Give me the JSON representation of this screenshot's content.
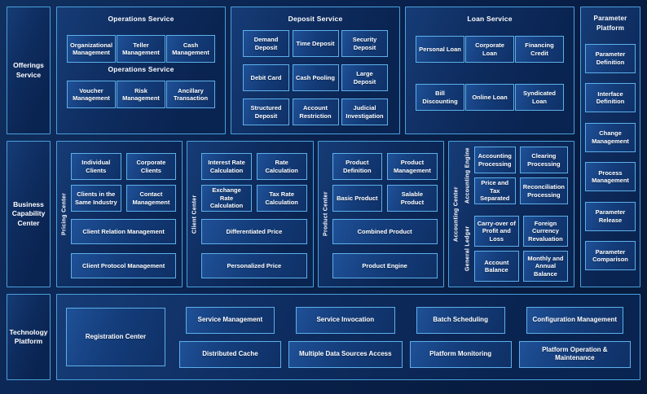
{
  "colors": {
    "background": "#081f46",
    "panel_border": "#4aa0dd",
    "box_border": "#5db0ea",
    "text": "#ffffff"
  },
  "offerings": {
    "label": "Offerings Service",
    "operations": {
      "title": "Operations Service",
      "subtitle": "Operations Service",
      "row1": [
        "Organizational Management",
        "Teller Management",
        "Cash Management"
      ],
      "row2": [
        "Voucher Management",
        "Risk Management",
        "Ancillary Transaction"
      ]
    },
    "deposit": {
      "title": "Deposit Service",
      "rows": [
        [
          "Demand Deposit",
          "Time Deposit",
          "Security Deposit"
        ],
        [
          "Debit Card",
          "Cash Pooling",
          "Large Deposit"
        ],
        [
          "Structured Deposit",
          "Account Restriction",
          "Judicial Investigation"
        ]
      ]
    },
    "loan": {
      "title": "Loan Service",
      "rows": [
        [
          "Personal Loan",
          "Corporate Loan",
          "Financing Credit"
        ],
        [
          "Bill Discounting",
          "Online Loan",
          "Syndicated Loan"
        ]
      ]
    }
  },
  "parameter_platform": {
    "title_line1": "Parameter",
    "title_line2": "Platform",
    "items": [
      "Parameter Definition",
      "Interface Definition",
      "Change Management",
      "Process Management",
      "Parameter Release",
      "Parameter Comparison"
    ]
  },
  "business": {
    "label": "Business Capability Center",
    "pricing": {
      "side_label": "Pricing Center",
      "grid": [
        "Individual Clients",
        "Corporate Clients",
        "Clients in the Same Industry",
        "Contact Management"
      ],
      "wide": [
        "Client Relation Management",
        "Client Protocol Management"
      ]
    },
    "client": {
      "side_label": "Client Center",
      "grid": [
        "Interest Rate Calculation",
        "Rate Calculation",
        "Exchange Rate Calculation",
        "Tax Rate Calculation"
      ],
      "wide": [
        "Differentiated Price",
        "Personalized Price"
      ]
    },
    "product": {
      "side_label": "Product Center",
      "grid": [
        "Product Definition",
        "Product Management",
        "Basic Product",
        "Salable Product"
      ],
      "wide": [
        "Combined Product",
        "Product Engine"
      ]
    },
    "accounting": {
      "side_label": "Accounting Center",
      "engine": {
        "side_label": "Accounting Engine",
        "grid": [
          "Accounting Processing",
          "Clearing Processing",
          "Price and Tax Separated",
          "Reconciliation Processing"
        ]
      },
      "ledger": {
        "side_label": "General Ledger",
        "grid": [
          "Carry-over of Profit and Loss",
          "Foreign Currency Revaluation",
          "Account Balance",
          "Monthly and Annual Balance"
        ]
      }
    }
  },
  "technology": {
    "label": "Technology Platform",
    "registration": "Registration Center",
    "row1": [
      "Service Management",
      "Service Invocation",
      "Batch Scheduling",
      "Configuration Management"
    ],
    "row2": [
      "Distributed Cache",
      "Multiple Data Sources Access",
      "Platform Monitoring",
      "Platform Operation & Maintenance"
    ]
  }
}
